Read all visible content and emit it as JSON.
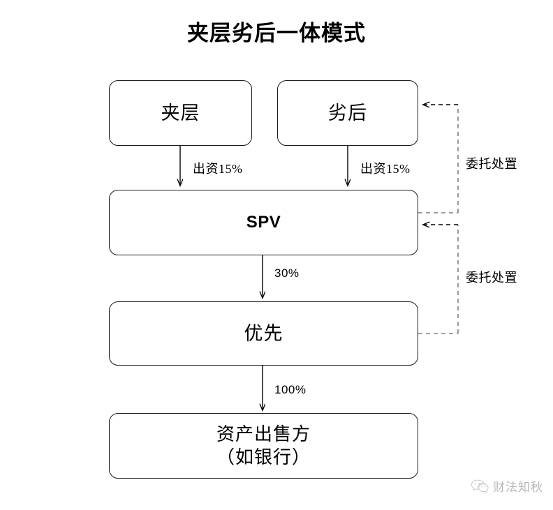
{
  "title": "夹层劣后一体模式",
  "nodes": {
    "mezzanine": {
      "label": "夹层"
    },
    "subordinate": {
      "label": "劣后"
    },
    "spv": {
      "label": "SPV"
    },
    "senior": {
      "label": "优先"
    },
    "seller_line1": "资产出售方",
    "seller_line2": "（如银行）"
  },
  "edges": {
    "mezzanine_to_spv": "出资15%",
    "subordinate_to_spv": "出资15%",
    "spv_to_senior": "30%",
    "senior_to_seller": "100%",
    "spv_to_subordinate": "委托处置",
    "senior_to_spv": "委托处置"
  },
  "watermark": {
    "text": "财法知秋",
    "icon": "wechat-icon"
  },
  "colors": {
    "stroke": "#1a1a1a",
    "dashed_gray": "#808080",
    "dashed_black": "#000000",
    "background": "#ffffff",
    "watermark_gray": "#8c8c8c"
  }
}
